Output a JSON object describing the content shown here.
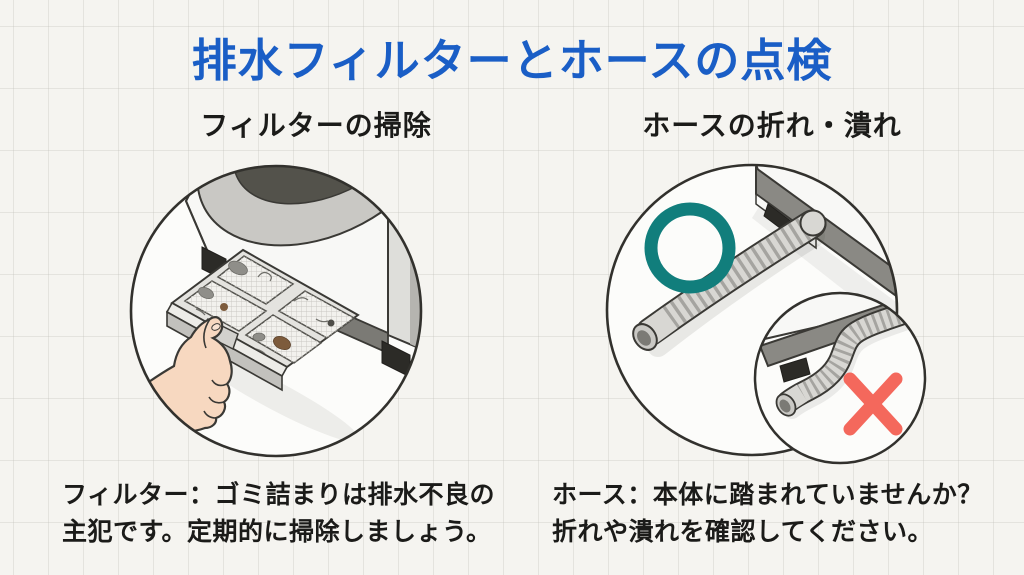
{
  "page": {
    "background_color": "#f5f4f0",
    "grid_line_color": "#dddcd6"
  },
  "title": {
    "text": "排水フィルターとホースの点検",
    "color": "#1a5ec6"
  },
  "sections": {
    "filter": {
      "label": "フィルターの掃除",
      "caption_line1": "フィルター：ゴミ詰まりは排水不良の",
      "caption_line2": "主犯です。定期的に掃除しましょう。"
    },
    "hose": {
      "label": "ホースの折れ・潰れ",
      "caption_line1": "ホース：本体に踏まれていませんか？",
      "caption_line2": "折れや潰れを確認してください。"
    }
  },
  "icons": {
    "ok_circle": {
      "glyph": "○",
      "color": "#117e7c"
    },
    "ng_cross": {
      "glyph": "×",
      "color": "#f4685c"
    }
  }
}
